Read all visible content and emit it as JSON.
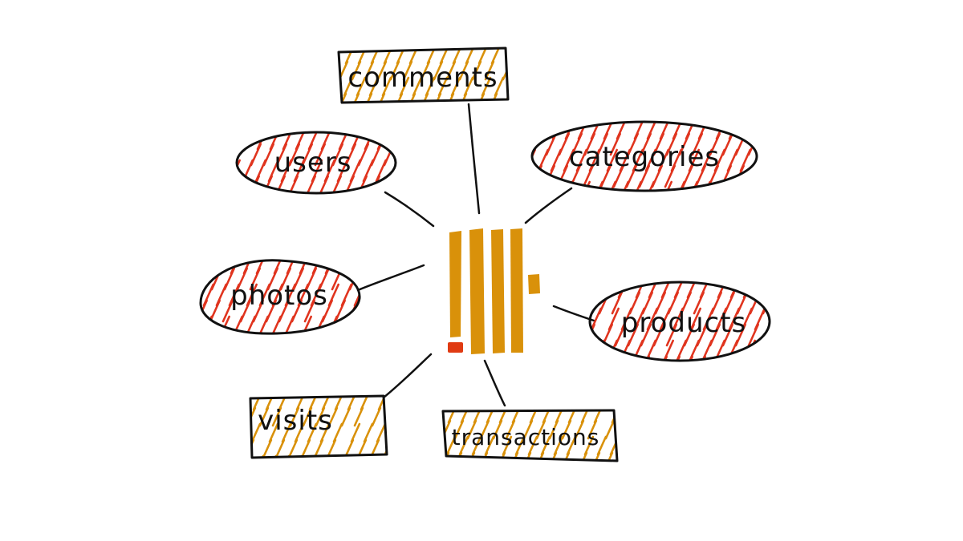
{
  "colors": {
    "ink": "#111111",
    "hub": "#d9910a",
    "hub_accent": "#e03a12",
    "hatch_ellipse": "#e0341e",
    "hatch_rect": "#d9910a"
  },
  "hub": {
    "icon": "document-store-icon"
  },
  "nodes": {
    "comments": {
      "label": "comments",
      "shape": "rectangle"
    },
    "users": {
      "label": "users",
      "shape": "ellipse"
    },
    "categories": {
      "label": "categories",
      "shape": "ellipse"
    },
    "photos": {
      "label": "photos",
      "shape": "ellipse"
    },
    "products": {
      "label": "products",
      "shape": "ellipse"
    },
    "visits": {
      "label": "visits",
      "shape": "rectangle"
    },
    "transactions": {
      "label": "transactions",
      "shape": "rectangle"
    }
  }
}
